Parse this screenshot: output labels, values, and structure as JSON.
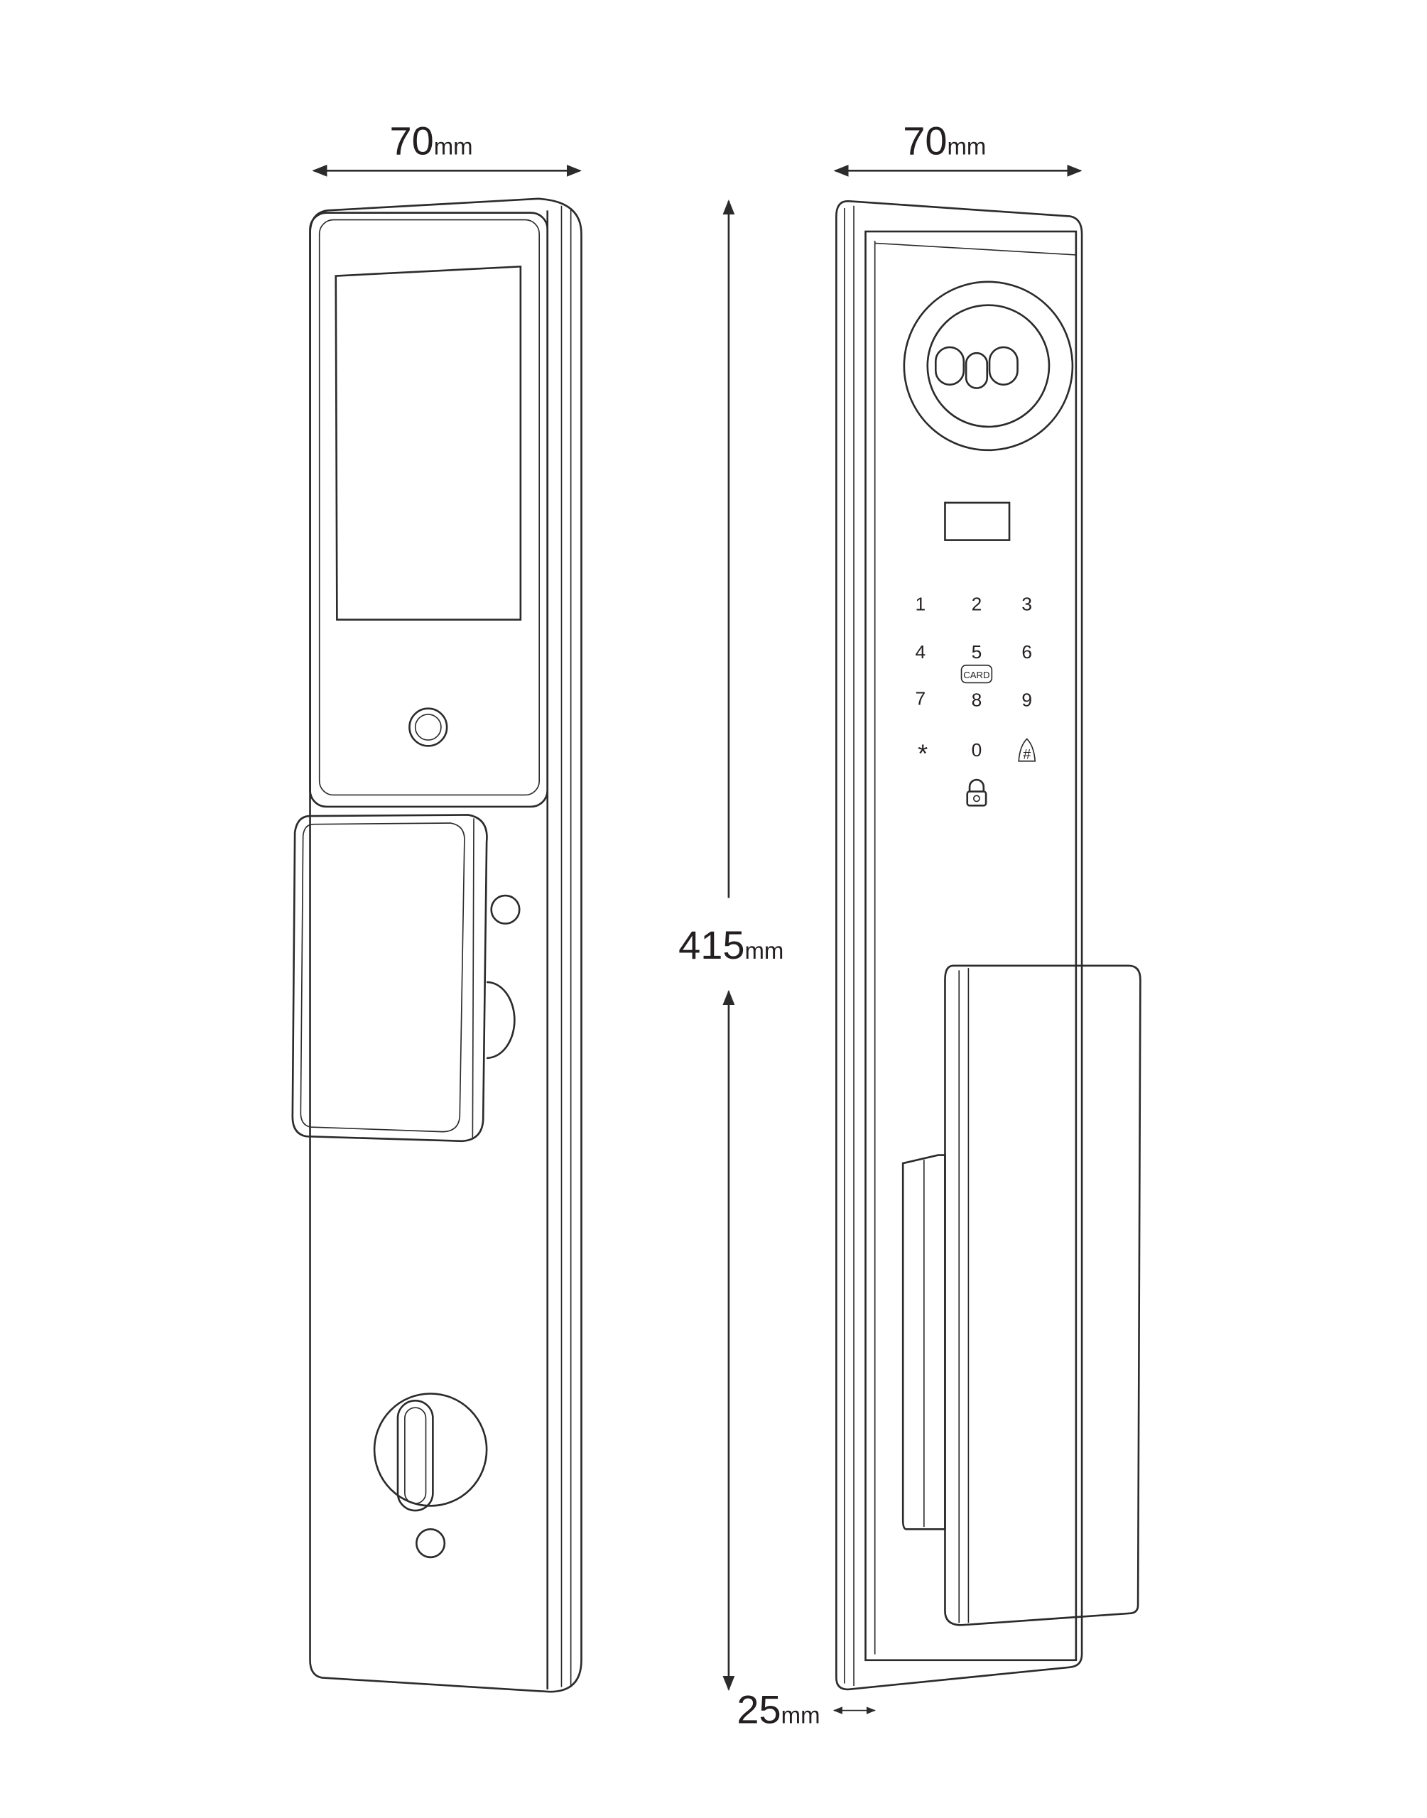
{
  "dimensions": {
    "front_width": {
      "value": "70",
      "unit": "mm"
    },
    "side_width": {
      "value": "70",
      "unit": "mm"
    },
    "height": {
      "value": "415",
      "unit": "mm"
    },
    "depth": {
      "value": "25",
      "unit": "mm"
    }
  },
  "keypad": {
    "keys": [
      "1",
      "2",
      "3",
      "4",
      "5",
      "6",
      "7",
      "8",
      "9",
      "*",
      "0"
    ],
    "card_label": "CARD",
    "bell_hash": "#"
  },
  "colors": {
    "line": "#2b2b2b",
    "background": "#ffffff"
  }
}
